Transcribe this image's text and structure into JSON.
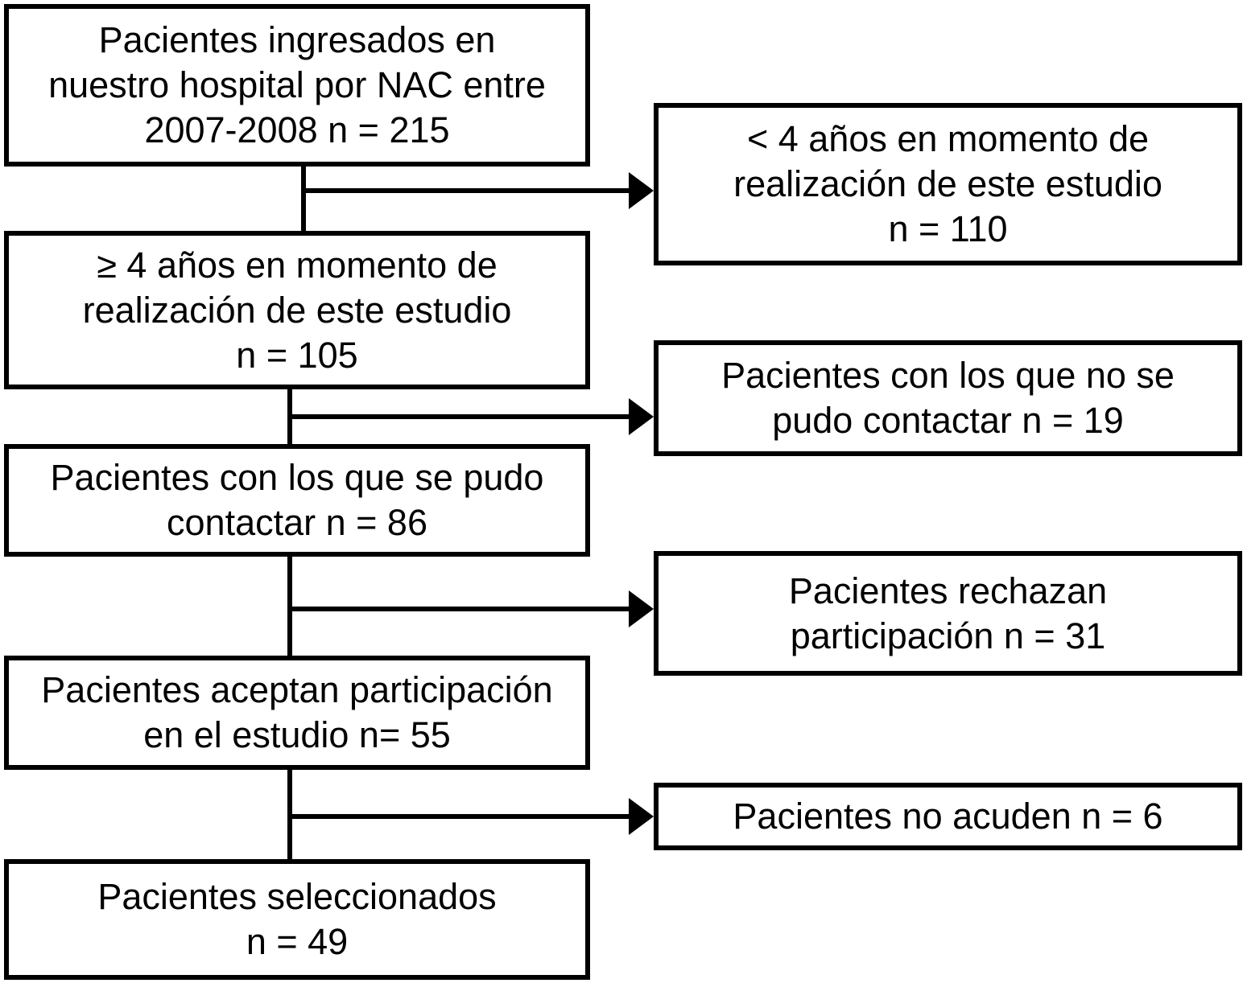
{
  "colors": {
    "background": "#ffffff",
    "box_border": "#000000",
    "text": "#000000",
    "arrow": "#000000"
  },
  "diagram": {
    "language": "es",
    "nodes": {
      "ingresados": {
        "label": "Pacientes ingresados en\nnuestro hospital por NAC entre\n2007-2008 n = 215",
        "n": 215
      },
      "menor_4_anos": {
        "label": "< 4 años en momento de\nrealización de este estudio\nn = 110",
        "n": 110
      },
      "mayor_igual_4_anos": {
        "label": "≥ 4 años en momento de\nrealización de este estudio\nn = 105",
        "n": 105
      },
      "no_contactados": {
        "label": "Pacientes con los que no se\npudo contactar n = 19",
        "n": 19
      },
      "contactados": {
        "label": "Pacientes con los que se pudo\ncontactar n = 86",
        "n": 86
      },
      "rechazan": {
        "label": "Pacientes rechazan\nparticipación n = 31",
        "n": 31
      },
      "aceptan": {
        "label": "Pacientes aceptan participación\nen el estudio n= 55",
        "n": 55
      },
      "no_acuden": {
        "label": "Pacientes no acuden n = 6",
        "n": 6
      },
      "seleccionados": {
        "label": "Pacientes seleccionados\nn = 49",
        "n": 49
      }
    },
    "edges": [
      {
        "from": "ingresados",
        "to": "menor_4_anos",
        "type": "exclusion-arrow"
      },
      {
        "from": "ingresados",
        "to": "mayor_igual_4_anos",
        "type": "flow"
      },
      {
        "from": "mayor_igual_4_anos",
        "to": "no_contactados",
        "type": "exclusion-arrow"
      },
      {
        "from": "mayor_igual_4_anos",
        "to": "contactados",
        "type": "flow"
      },
      {
        "from": "contactados",
        "to": "rechazan",
        "type": "exclusion-arrow"
      },
      {
        "from": "contactados",
        "to": "aceptan",
        "type": "flow"
      },
      {
        "from": "aceptan",
        "to": "no_acuden",
        "type": "exclusion-arrow"
      },
      {
        "from": "aceptan",
        "to": "seleccionados",
        "type": "flow"
      }
    ]
  }
}
